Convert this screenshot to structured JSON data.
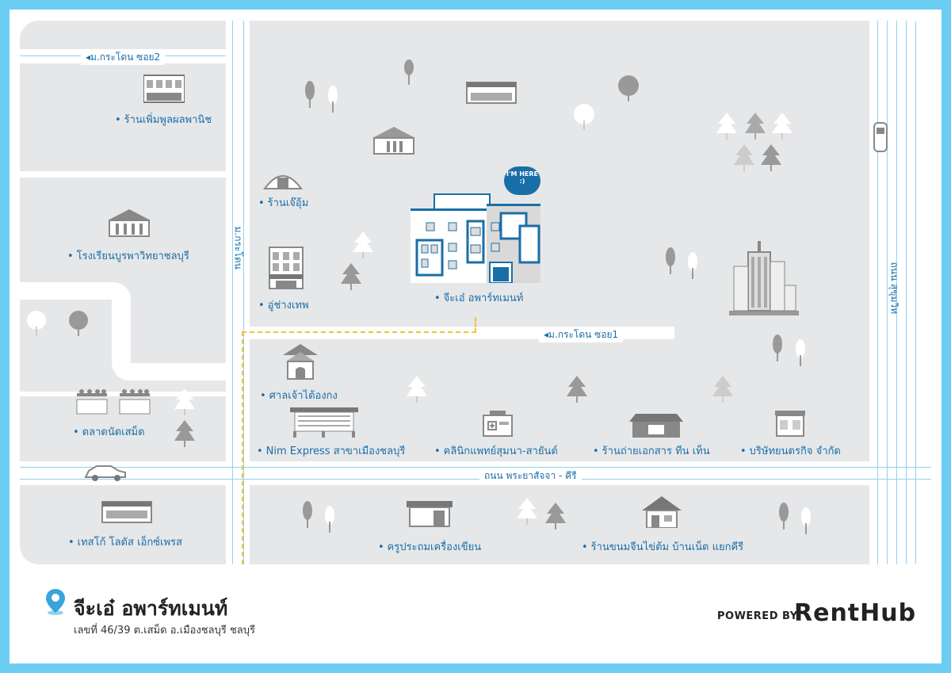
{
  "title": "จีะเอ๋ อพาร์ทเมนท์",
  "address": "เลขที่ 46/39 ต.เสม็ด อ.เมืองชลบุรี ชลบุรี",
  "powered_by": "POWERED BY",
  "brand": "RentHub",
  "here_badge": "I'M HERE :)",
  "roads": {
    "soi2": "ม.กระโดน ซอย2",
    "kradon": "ม.กระโดน",
    "soi1": "ม.กระโดน ซอย1",
    "phraya": "ถนน พระยาสัจจา - คีรี",
    "sukhumvit": "ถนน สุขุมวิท"
  },
  "places": {
    "shop_phoemphun": "ร้านเพิ่มพูลผลพานิช",
    "shop_je_um": "ร้านเจ๊อุ้ม",
    "school": "โรงเรียนบูรพาวิทยาชลบุรี",
    "garage": "อู่ช่างเทพ",
    "apartment": "จีะเอ๋ อพาร์ทเมนท์",
    "shrine": "ศาลเจ้าไต้องกง",
    "market": "ตลาดนัดเสม็ด",
    "nim_express": "Nim Express สาขาเมืองชลบุรี",
    "clinic": "คลินิกแพทย์สุมนา-สายันต์",
    "copy_shop": "ร้านถ่ายเอกสาร ทีน เท็น",
    "yontrakit": "บริษัทยนตรกิจ จำกัด",
    "tesco": "เทสโก้ โลตัส เอ็กซ์เพรส",
    "stationery": "ครูประถมเครื่องเขียน",
    "noodle_shop": "ร้านขนมจีนไข่ต้ม บ้านเน็ต แยกคีรี"
  },
  "colors": {
    "frame": "#6ccdf2",
    "map_bg": "#e6e7e9",
    "accent": "#1a6ea8",
    "road_line": "#8fd3ef"
  }
}
